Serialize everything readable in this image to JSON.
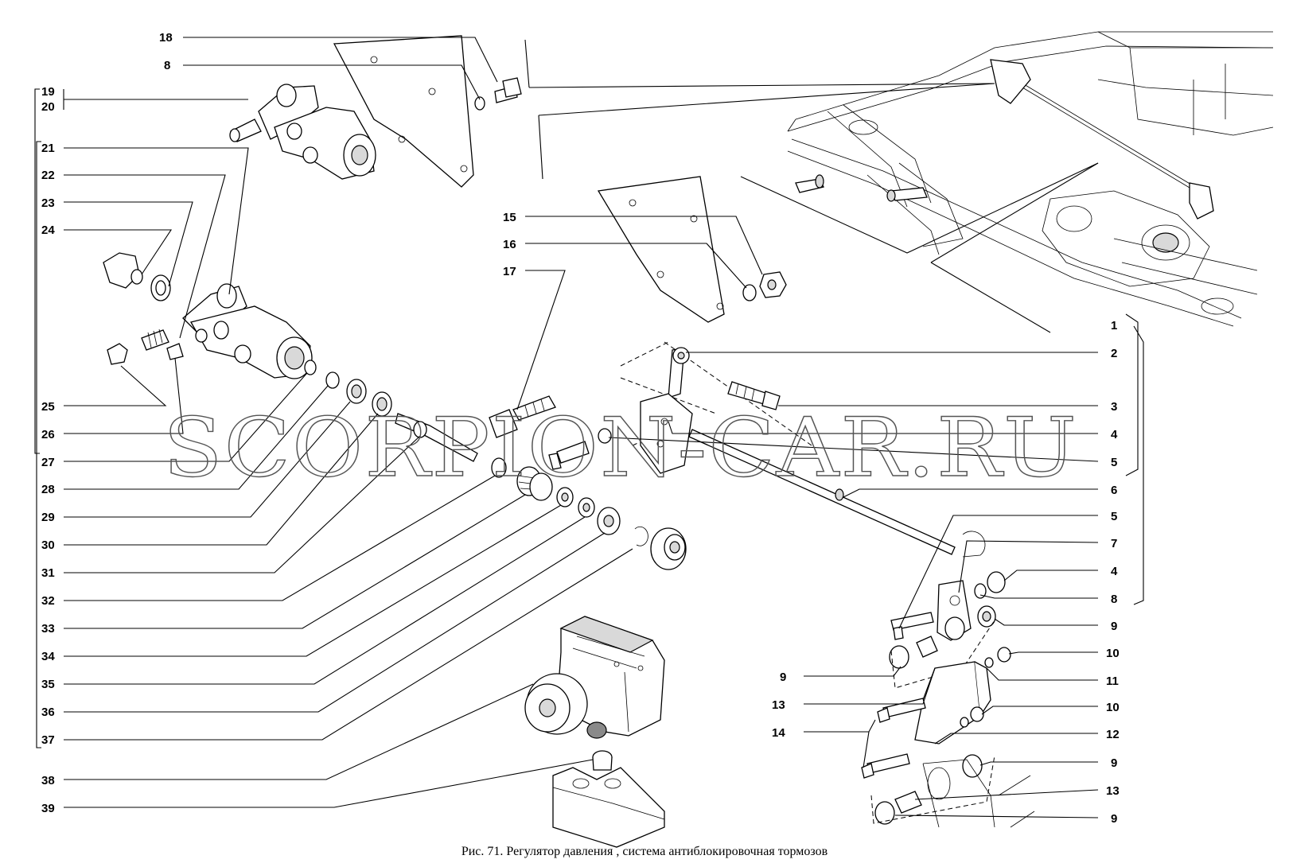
{
  "caption": "Рис. 71. Регулятор давления  , система антиблокировочная тормозов",
  "watermark": "SCORPION-CAR.RU",
  "callouts_left_top": [
    "18",
    "8"
  ],
  "callouts_group_19_20": [
    "19",
    "20"
  ],
  "callouts_left": [
    "21",
    "22",
    "23",
    "24",
    "25",
    "26",
    "27",
    "28",
    "29",
    "30",
    "31",
    "32",
    "33",
    "34",
    "35",
    "36",
    "37",
    "38",
    "39"
  ],
  "callouts_mid": [
    "15",
    "16",
    "17"
  ],
  "callouts_right": [
    "1",
    "2",
    "3",
    "4",
    "5",
    "6",
    "5",
    "7",
    "4",
    "8",
    "9",
    "10",
    "11",
    "10",
    "12",
    "9",
    "13",
    "9"
  ],
  "callouts_right_inner": [
    "9",
    "13",
    "14"
  ]
}
